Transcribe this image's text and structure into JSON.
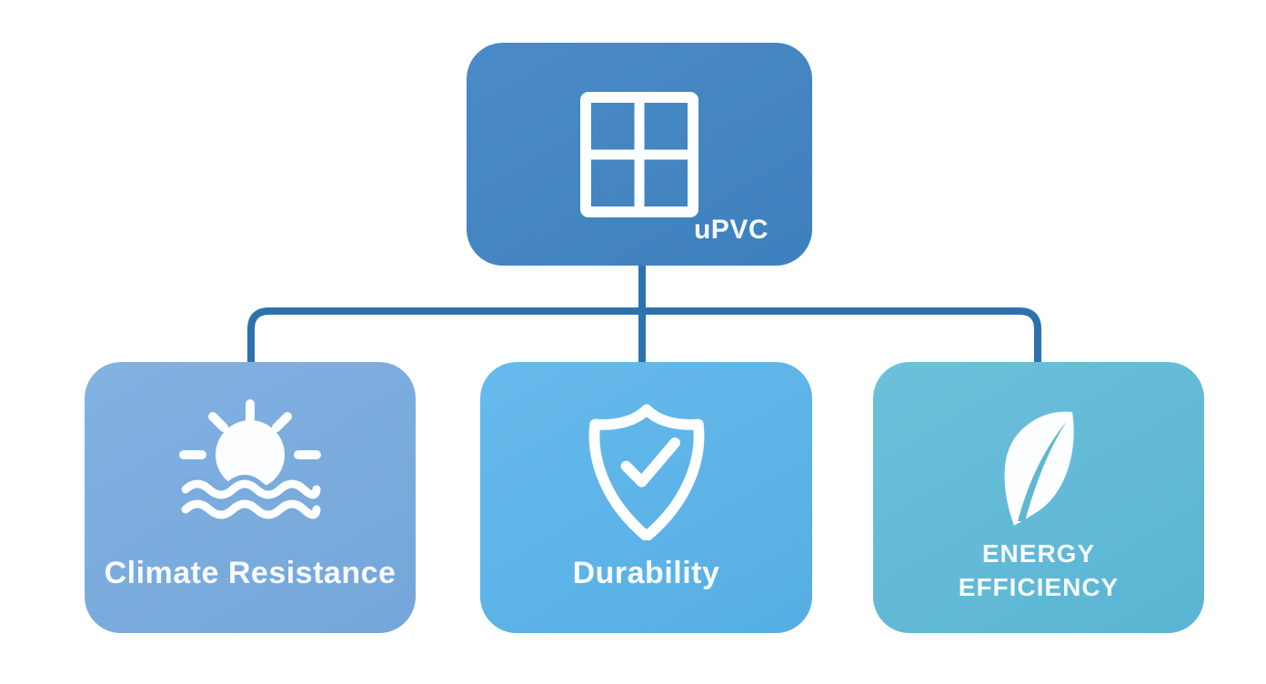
{
  "background": "#ffffff",
  "connector": {
    "color": "#2d72ae"
  },
  "icon_color": "#fdfeff",
  "root_node": {
    "label": "uPVC",
    "icon": "window-icon",
    "color": "#4285c2",
    "text_color": "#f4f9fd"
  },
  "child_nodes": [
    {
      "label": "Climate Resistance",
      "icon": "sun-over-waves-icon",
      "color": "#7aabdc",
      "text_color": "#f7fbfd"
    },
    {
      "label": "Durability",
      "icon": "shield-check-icon",
      "color": "#5fb5e8",
      "text_color": "#f7fbfd"
    },
    {
      "label": "Energy Efficiency",
      "label_line1": "Energy",
      "label_line2": "Efficiency",
      "icon": "leaf-icon",
      "color": "#63bbd7",
      "text_color": "#f7fbfd"
    }
  ]
}
